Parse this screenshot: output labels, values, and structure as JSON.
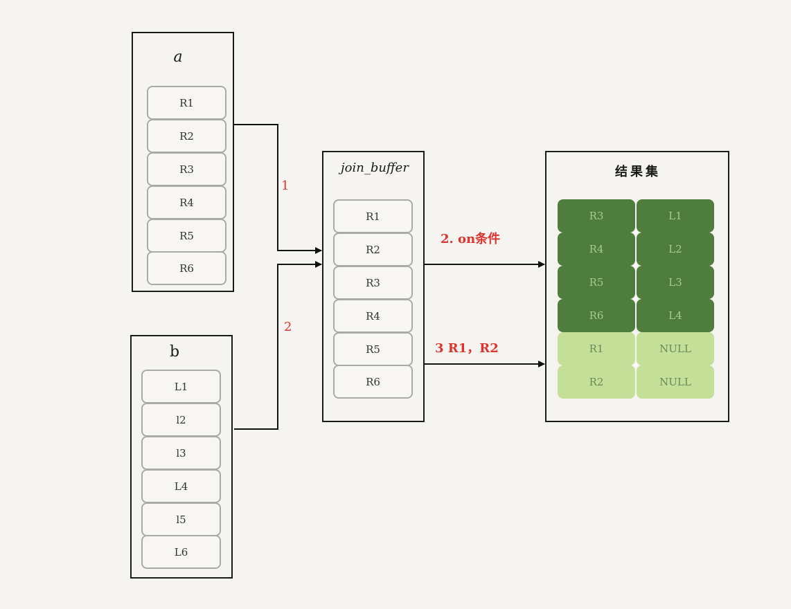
{
  "table_a": {
    "label": "a",
    "rows": [
      "R1",
      "R2",
      "R3",
      "R4",
      "R5",
      "R6"
    ]
  },
  "table_b": {
    "label": "b",
    "rows": [
      "L1",
      "l2",
      "l3",
      "L4",
      "l5",
      "L6"
    ]
  },
  "join_buffer": {
    "label": "join_buffer",
    "rows": [
      "R1",
      "R2",
      "R3",
      "R4",
      "R5",
      "R6"
    ]
  },
  "result_set": {
    "label": "结果集",
    "rows": [
      {
        "left": "R3",
        "right": "L1",
        "shade": "dark"
      },
      {
        "left": "R4",
        "right": "L2",
        "shade": "dark"
      },
      {
        "left": "R5",
        "right": "L3",
        "shade": "dark"
      },
      {
        "left": "R6",
        "right": "L4",
        "shade": "dark"
      },
      {
        "left": "R1",
        "right": "NULL",
        "shade": "light"
      },
      {
        "left": "R2",
        "right": "NULL",
        "shade": "light"
      }
    ]
  },
  "steps": {
    "step1": "1",
    "step2": "2",
    "step_on": "2. on条件",
    "step3": "3 R1，R2"
  },
  "colors": {
    "arrow": "#111111",
    "step_label": "#e0322d",
    "matched_row": "#4f7d3e",
    "unmatched_row": "#c4df98"
  }
}
